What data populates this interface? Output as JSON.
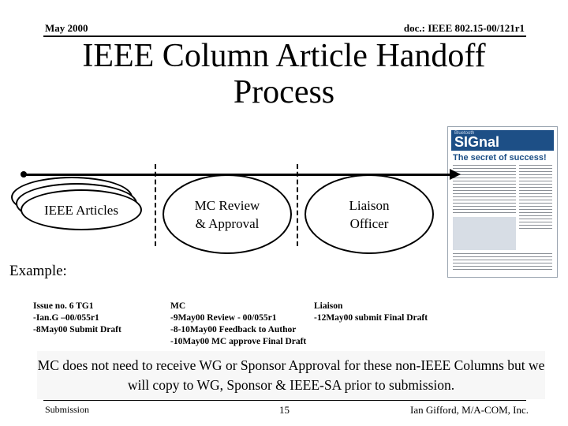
{
  "header": {
    "date": "May 2000",
    "doc_id": "doc.: IEEE 802.15-00/121r1"
  },
  "title": "IEEE Column Article Handoff Process",
  "stages": {
    "articles": "IEEE Articles",
    "mc_review_line1": "MC Review",
    "mc_review_line2": "& Approval",
    "liaison_line1": "Liaison",
    "liaison_line2": "Officer"
  },
  "example": {
    "label": "Example:",
    "issue": "Issue no. 6 TG1\n-Ian.G –00/055r1\n-8May00 Submit Draft",
    "mc": "MC\n-9May00 Review - 00/055r1\n-8-10May00 Feedback to Author\n-10May00 MC approve Final Draft",
    "liaison": "Liaison\n-12May00 submit Final Draft"
  },
  "newsletter": {
    "brand_small": "Bluetooth",
    "brand": "SIGnal",
    "headline": "The secret of success!"
  },
  "note": "MC does not need to receive WG or Sponsor Approval for these non-IEEE Columns but we will copy to WG, Sponsor & IEEE-SA prior to submission.",
  "footer": {
    "left": "Submission",
    "page": "15",
    "author": "Ian Gifford, M/A-COM, Inc."
  }
}
